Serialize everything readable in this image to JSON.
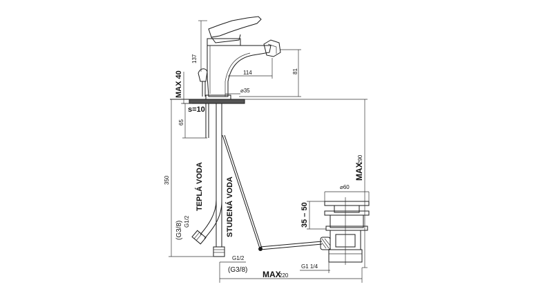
{
  "dimensions": {
    "d137": "137",
    "d114": "114",
    "d81": "81",
    "max40": "MAX 40",
    "d35": "⌀35",
    "s10": "s=10",
    "d65": "65",
    "d350": "350",
    "max290": "MAX",
    "v290": "290",
    "d60": "⌀60",
    "d35_50": "35 – 50",
    "max220": "MAX",
    "v220": "220"
  },
  "labels": {
    "tepla_voda": "TEPLÁ VODA",
    "studena_voda": "STUDENÁ VODA",
    "g12_left": "G1/2",
    "g38_left": "(G3/8)",
    "g12_bottom": "G1/2",
    "g38_bottom": "(G3/8)",
    "g114": "G1 1/4"
  }
}
